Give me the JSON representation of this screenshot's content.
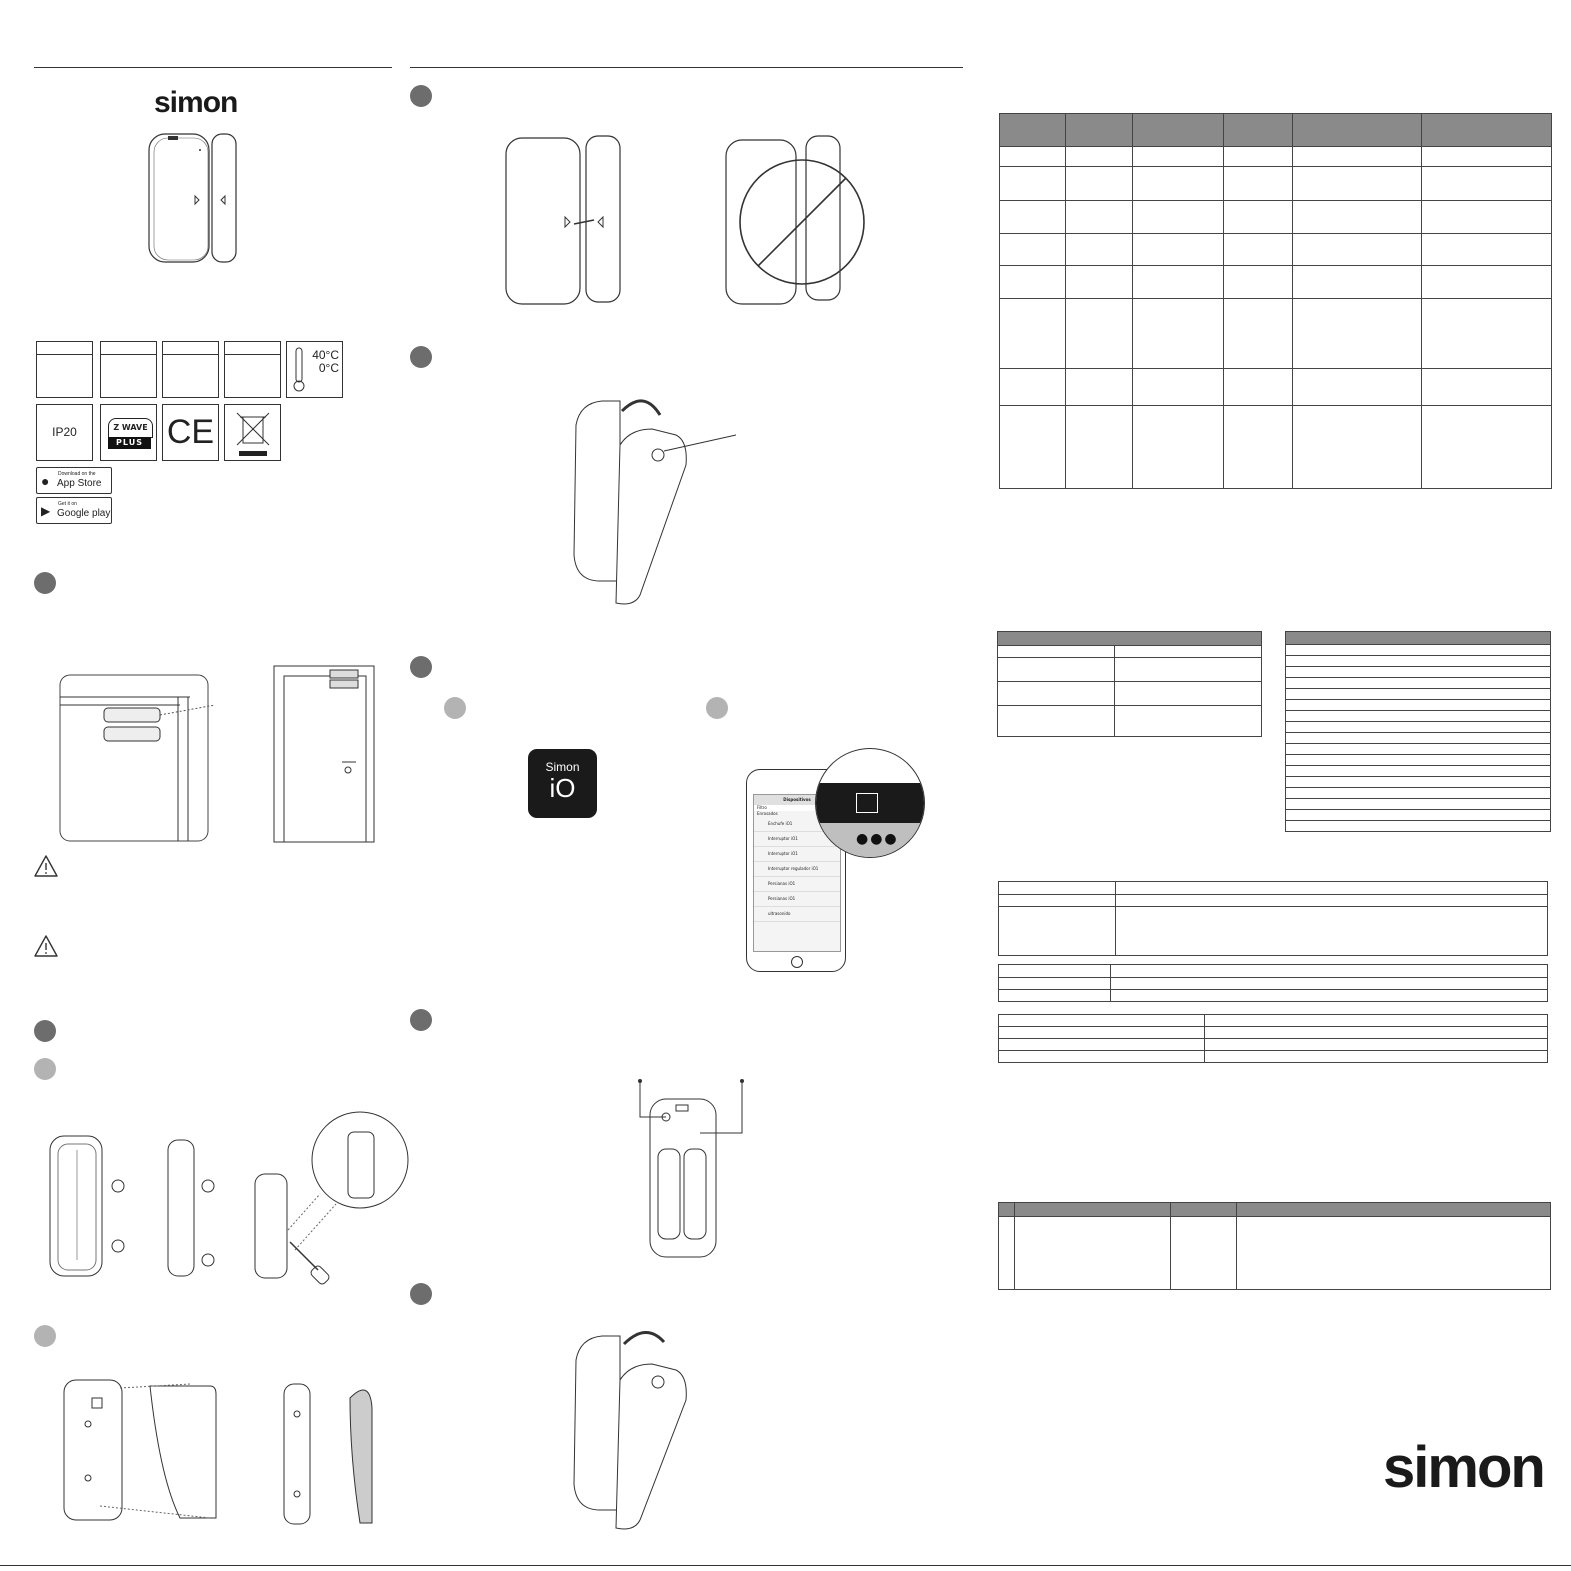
{
  "brand": {
    "logo_top": "simon",
    "logo_bottom": "simon"
  },
  "certifications": {
    "temperature_max": "40°C",
    "temperature_min": "0°C",
    "ip_rating": "IP20",
    "zwave_line1": "Z WAVE",
    "zwave_line2": "PLUS",
    "ce_mark": "CE"
  },
  "app_stores": {
    "apple": {
      "small": "Download on the",
      "big": "App Store"
    },
    "google": {
      "small": "Get it on",
      "big": "Google play"
    }
  },
  "app_icon": {
    "line1": "Simon",
    "line2": "iO"
  },
  "phone_screen": {
    "title": "Dispositivos",
    "search": "Filtro",
    "section": "Enrosados",
    "items": [
      "Enchufe iO1",
      "Interruptor iO1",
      "Interruptor iO1",
      "Interruptor regulador iO1",
      "Persianas iO1",
      "Persianas iO1",
      "ultrasonido"
    ]
  },
  "colors": {
    "step_dark": "#6d6d6d",
    "step_light": "#b3b3b3",
    "table_header": "#8a8a8a"
  }
}
